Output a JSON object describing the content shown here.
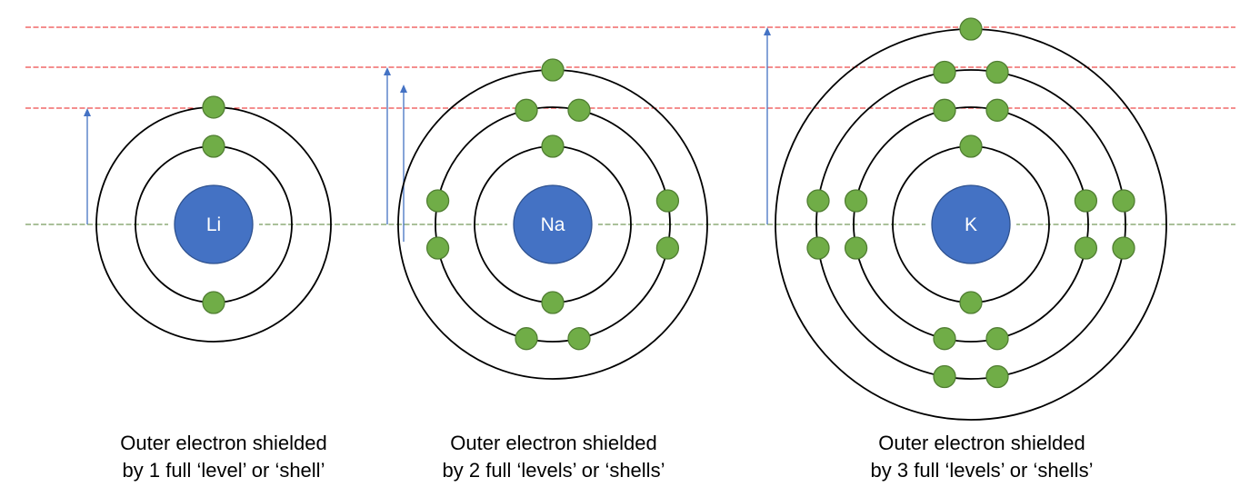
{
  "colors": {
    "nucleus_fill": "#4472C4",
    "nucleus_stroke": "#2F528F",
    "electron_fill": "#70AD47",
    "electron_stroke": "#507E32",
    "shell_stroke": "#000000",
    "reference_line_red": "#E81E1E",
    "reference_line_green": "#548235",
    "arrow": "#4472C4"
  },
  "atoms": [
    {
      "symbol": "Li",
      "shells": [
        2,
        1
      ],
      "caption": [
        "Outer electron shielded",
        "by 1 full ‘level’ or ‘shell’"
      ]
    },
    {
      "symbol": "Na",
      "shells": [
        2,
        8,
        1
      ],
      "caption": [
        "Outer electron shielded",
        "by 2 full ‘levels’ or ‘shells’"
      ]
    },
    {
      "symbol": "K",
      "shells": [
        2,
        8,
        8,
        1
      ],
      "caption": [
        "Outer electron shielded",
        "by 3 full ‘levels’ or ‘shells’"
      ]
    }
  ],
  "reference_lines": {
    "red_dashed_count": 3,
    "green_dashed_count": 1
  },
  "arrows_count": 4
}
